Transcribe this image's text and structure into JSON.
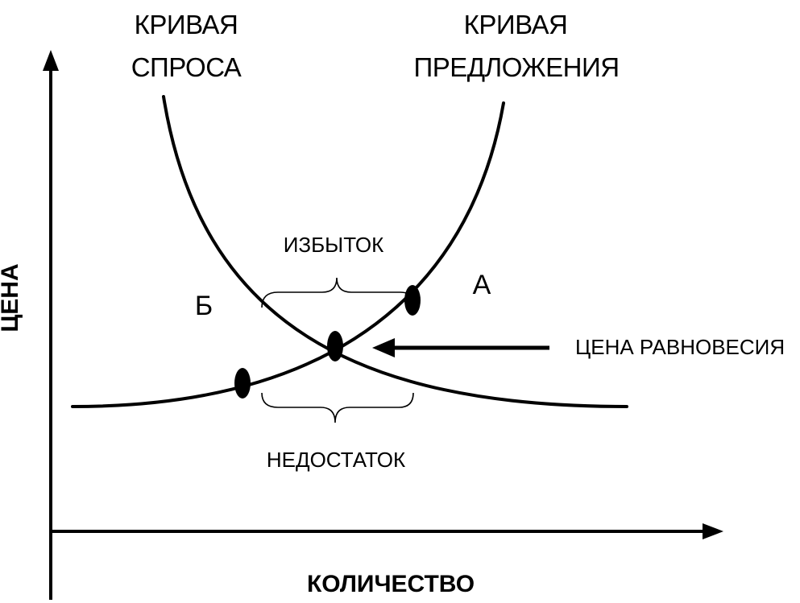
{
  "axes": {
    "y_label": "ЦЕНА",
    "x_label": "КОЛИЧЕСТВО"
  },
  "curves": {
    "demand_label_line1": "КРИВАЯ",
    "demand_label_line2": "СПРОСА",
    "supply_label_line1": "КРИВАЯ",
    "supply_label_line2": "ПРЕДЛОЖЕНИЯ"
  },
  "annotations": {
    "surplus": "ИЗБЫТОК",
    "shortage": "НЕДОСТАТОК",
    "equilibrium": "ЦЕНА РАВНОВЕСИЯ",
    "point_a": "А",
    "point_b": "Б"
  },
  "colors": {
    "ink": "#000000",
    "background": "#ffffff"
  }
}
